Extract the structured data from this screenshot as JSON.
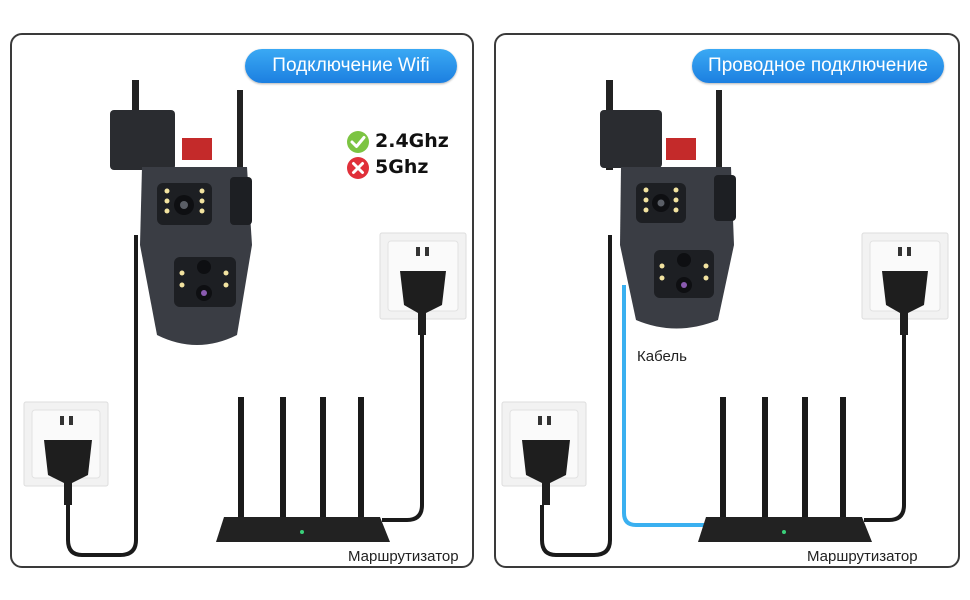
{
  "left_panel": {
    "title": "Подключение Wifi",
    "bands": [
      {
        "label": "2.4Ghz",
        "status": "supported",
        "icon": "check-icon",
        "color": "#7cc442"
      },
      {
        "label": "5Ghz",
        "status": "not-supported",
        "icon": "cross-icon",
        "color": "#e0303a"
      }
    ],
    "router_label": "Маршрутизатор"
  },
  "right_panel": {
    "title": "Проводное подключение",
    "cable_label": "Кабель",
    "router_label": "Маршрутизатор"
  },
  "colors": {
    "pill": "#2a92ea",
    "cable": "#3ab0f0",
    "border": "#3a3a3a"
  }
}
